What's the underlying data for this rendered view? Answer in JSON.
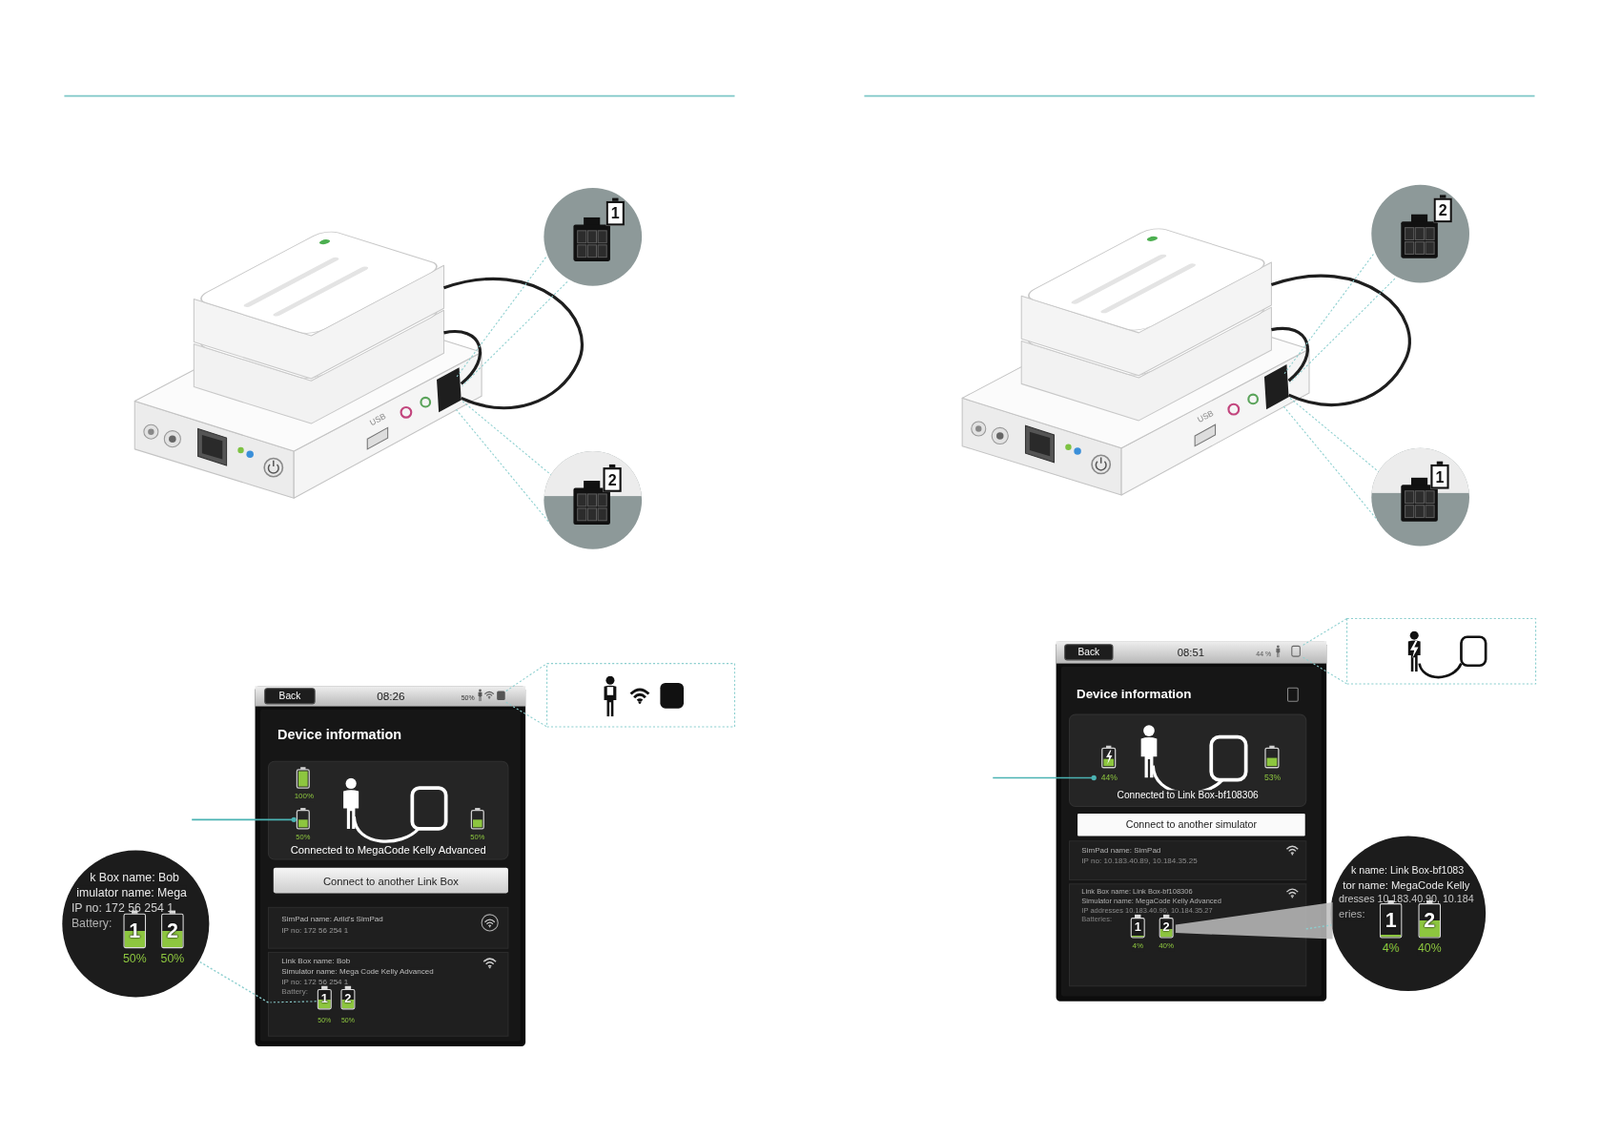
{
  "diagram": {
    "nodes": [
      {
        "text": [
          "1"
        ]
      },
      {
        "text": [
          "2"
        ]
      },
      {
        "text": [
          "08:26",
          "50%",
          "Device information"
        ]
      },
      {
        "text": [
          "Back"
        ],
        "in": 2
      },
      {
        "text": [
          "100%",
          "50%",
          "50%",
          "Connected to MegaCode Kelly Advanced"
        ],
        "in": 2
      },
      {
        "text": [
          "Connect to another Link Box"
        ],
        "in": 2
      },
      {
        "text": [
          "SimPad name: Arild's SimPad",
          "IP no: 172 56 254 1"
        ],
        "in": 2
      },
      {
        "text": [
          "Link Box name: Bob",
          "Simulator name: Mega Code Kelly Advanced",
          "IP no: 172 56 254 1",
          "Battery:",
          "50%",
          "50%"
        ],
        "in": 2
      },
      {
        "text": [
          "1"
        ],
        "in": 7
      },
      {
        "text": [
          "2"
        ],
        "in": 7
      },
      {
        "text": [
          "k Box name: Bob",
          "imulator name: Mega",
          "IP no: 172 56 254 1",
          "Battery:",
          "50%",
          "50%"
        ]
      },
      {
        "text": [
          "1"
        ],
        "in": 10
      },
      {
        "text": [
          "2"
        ],
        "in": 10
      },
      {
        "text": [
          "2"
        ]
      },
      {
        "text": [
          "1"
        ]
      },
      {
        "text": [
          "08:51",
          "44 %",
          "Device information"
        ]
      },
      {
        "text": [
          "Back"
        ],
        "in": 15
      },
      {
        "text": [
          "44%",
          "53%",
          "Connected to Link Box-bf108306"
        ],
        "in": 15
      },
      {
        "text": [
          "Connect to another simulator"
        ],
        "in": 15
      },
      {
        "text": [
          "SimPad name: SimPad",
          "IP no: 10.183.40.89, 10.184.35.25"
        ],
        "in": 15
      },
      {
        "text": [
          "Link Box name: Link Box-bf108306",
          "Simulator name: MegaCode Kelly Advanced",
          "IP addresses 10.183.40.90, 10.184.35.27",
          "Batteries:",
          "4%",
          "40%"
        ],
        "in": 15
      },
      {
        "text": [
          "1"
        ],
        "in": 20
      },
      {
        "text": [
          "2"
        ],
        "in": 20
      },
      {
        "text": [
          "k name: Link Box-bf1083",
          "tor name: MegaCode Kelly",
          "dresses 10.183.40.90, 10.184",
          "eries:",
          "4%",
          "40%"
        ]
      },
      {
        "text": [
          "1"
        ],
        "in": 23
      },
      {
        "text": [
          "2"
        ],
        "in": 23
      }
    ],
    "edges": [
      {
        "from": 7,
        "to": 10,
        "arrow": "none"
      },
      {
        "from": 20,
        "to": 23,
        "arrow": "none"
      }
    ],
    "labels": [
      "USB",
      "USB"
    ]
  }
}
